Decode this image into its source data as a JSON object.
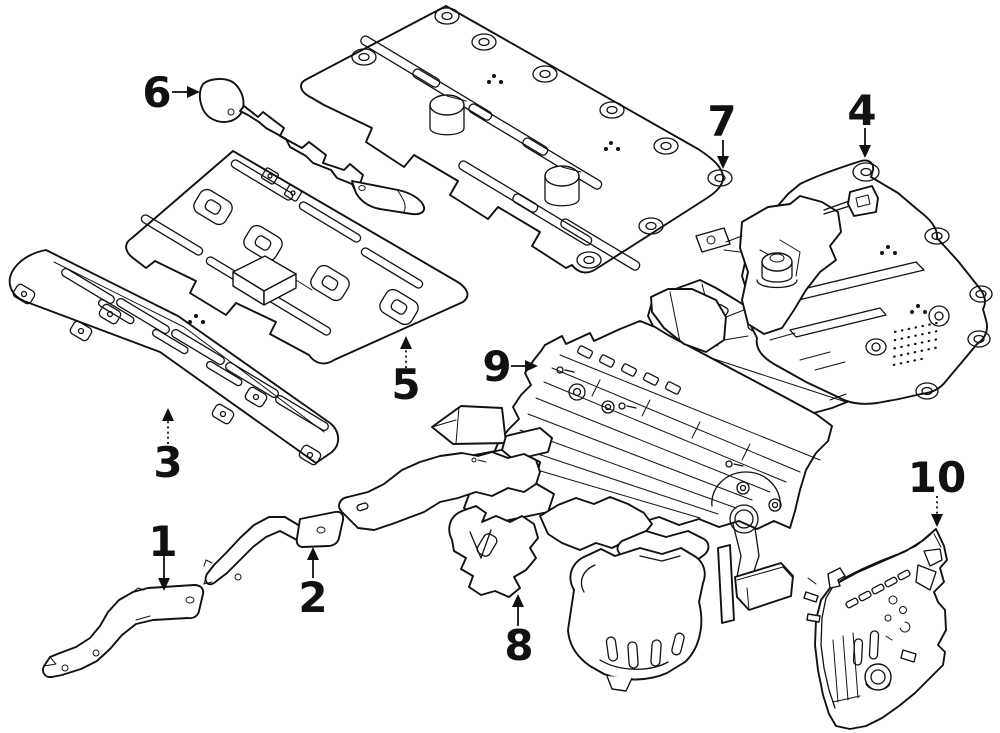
{
  "diagram": {
    "background_color": "#ffffff",
    "line_color": "#111111",
    "callout_count": 10
  },
  "callouts": [
    {
      "label": "1"
    },
    {
      "label": "2"
    },
    {
      "label": "3"
    },
    {
      "label": "4"
    },
    {
      "label": "5"
    },
    {
      "label": "6"
    },
    {
      "label": "7"
    },
    {
      "label": "8"
    },
    {
      "label": "9"
    },
    {
      "label": "10"
    }
  ]
}
